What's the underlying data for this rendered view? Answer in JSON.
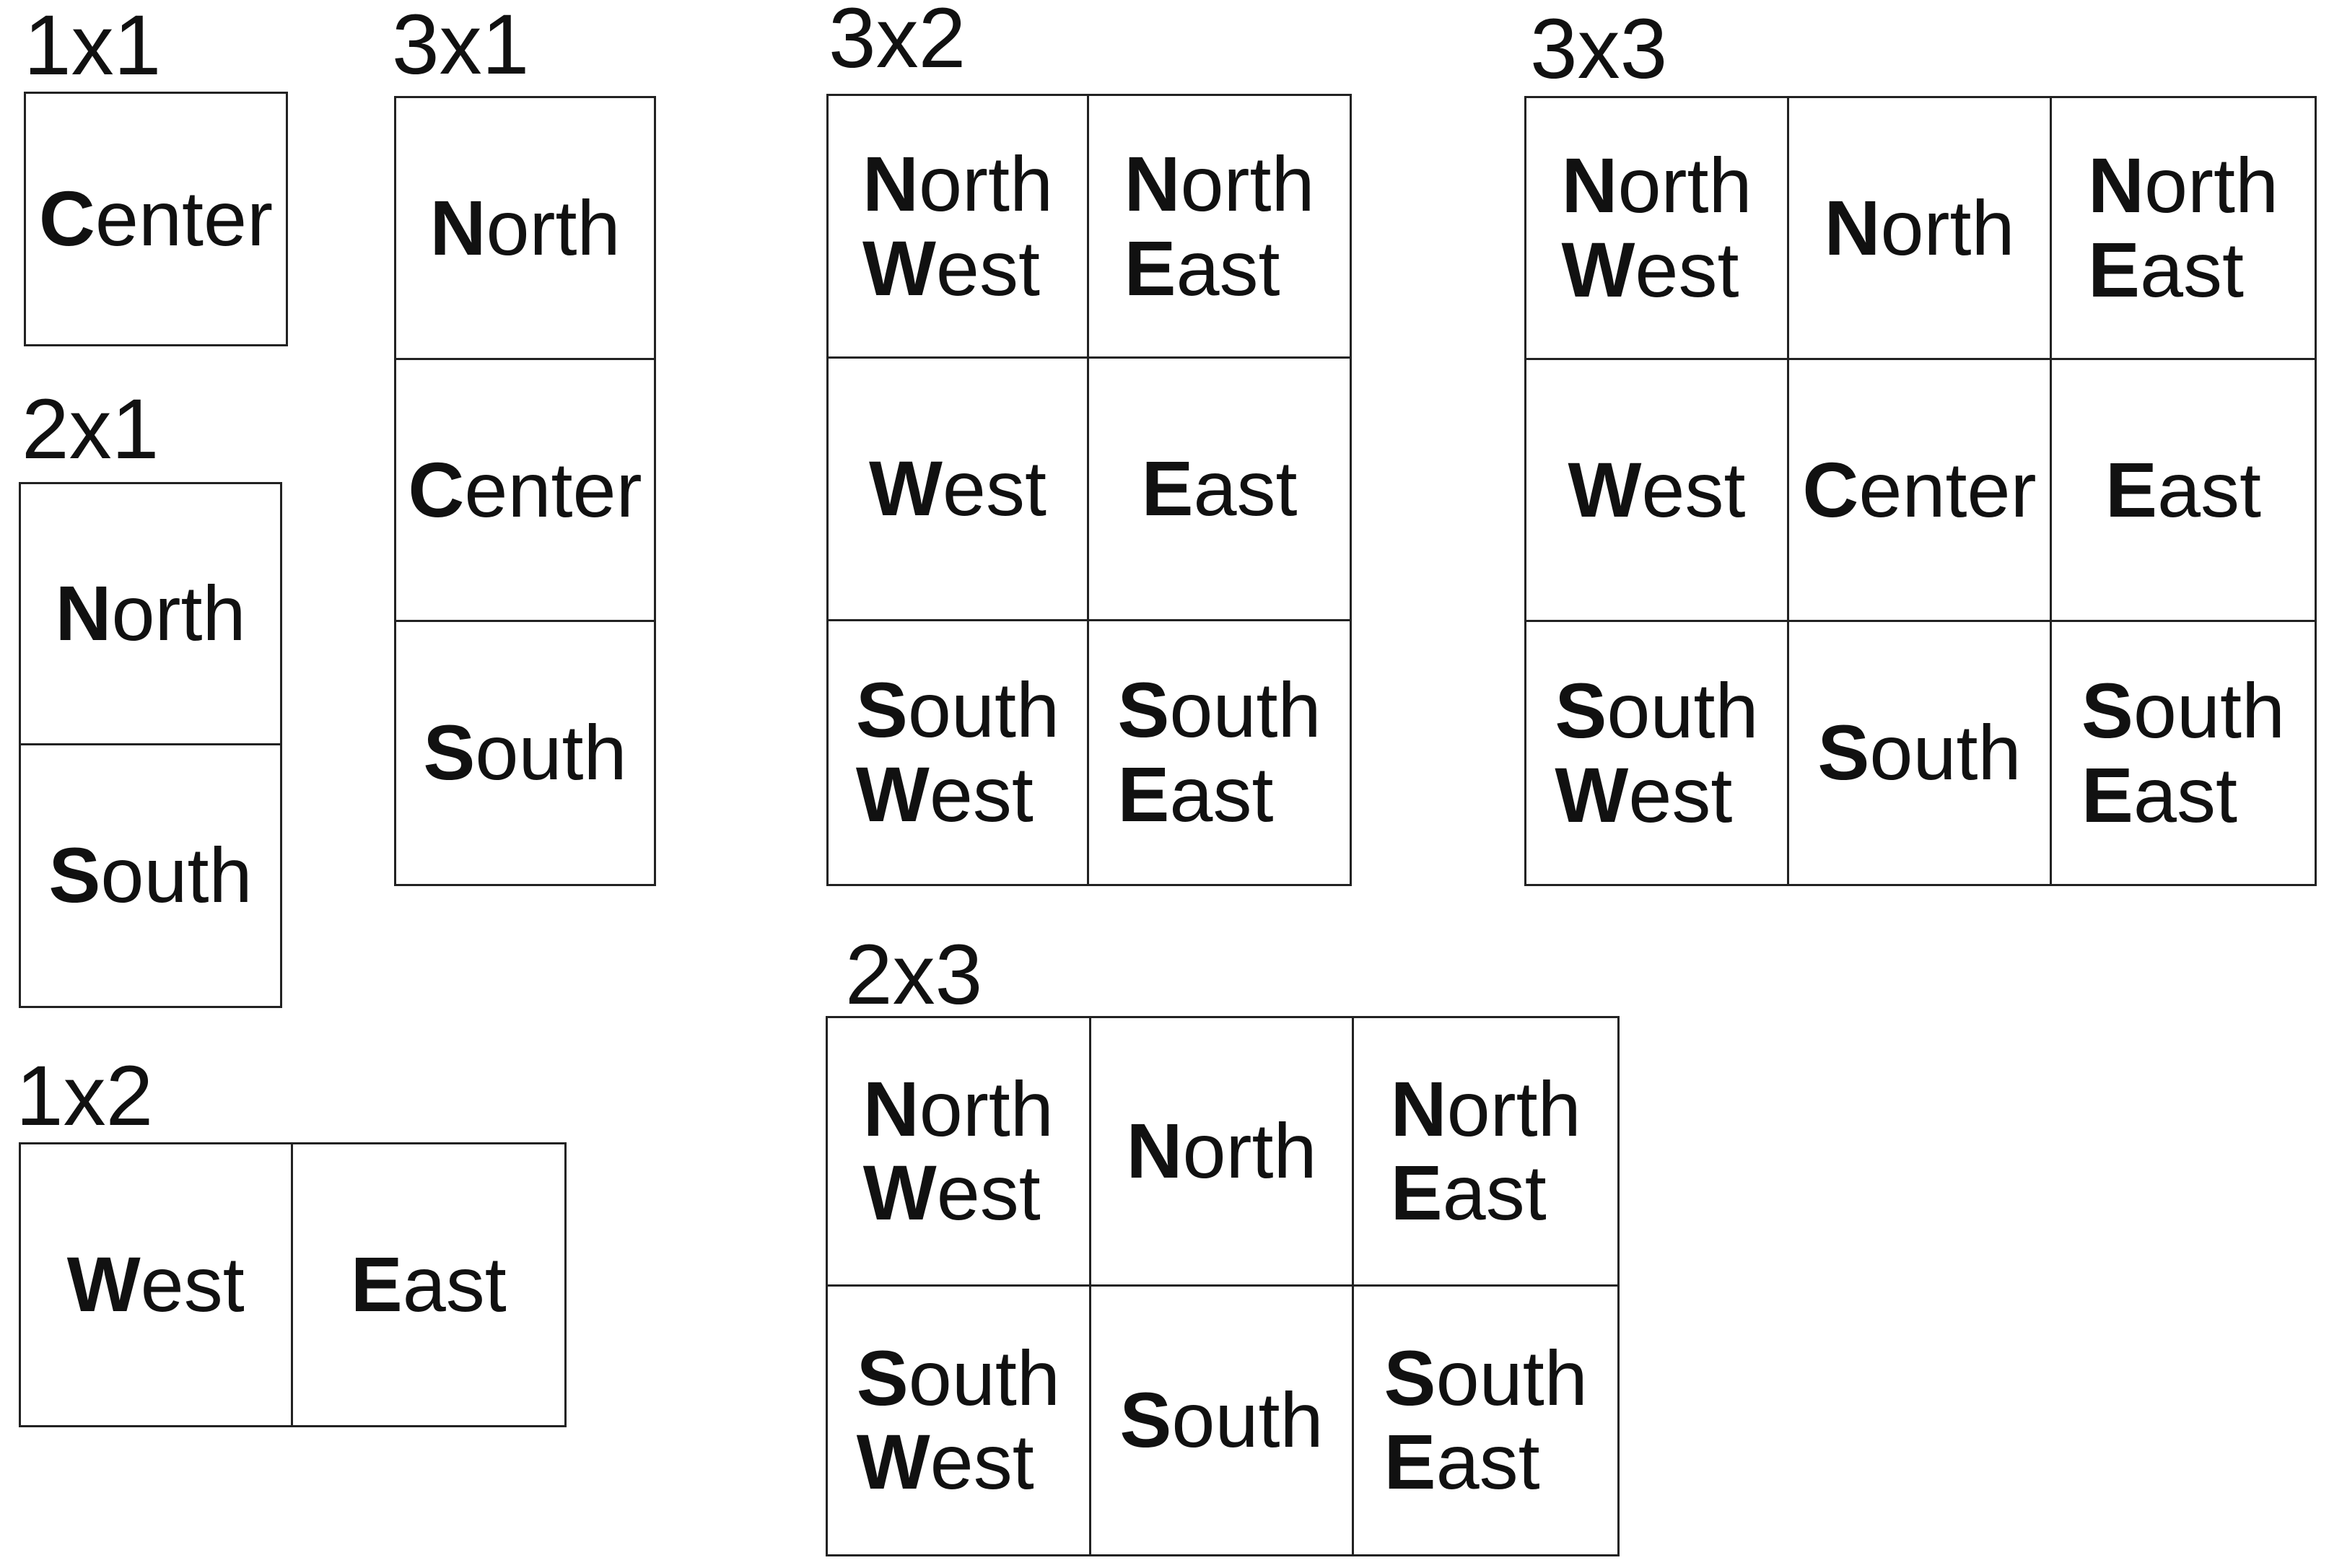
{
  "canvas": {
    "background": "#ffffff",
    "text_color": "#111111",
    "line_color": "#222222"
  },
  "grids": [
    {
      "name": "1x1",
      "label": "1x1",
      "rows": 1,
      "cols": 1,
      "cells": [
        {
          "name": "center",
          "lines": [
            {
              "bold": "C",
              "rest": "enter"
            }
          ]
        }
      ]
    },
    {
      "name": "2x1",
      "label": "2x1",
      "rows": 2,
      "cols": 1,
      "cells": [
        {
          "name": "north",
          "lines": [
            {
              "bold": "N",
              "rest": "orth"
            }
          ]
        },
        {
          "name": "south",
          "lines": [
            {
              "bold": "S",
              "rest": "outh"
            }
          ]
        }
      ]
    },
    {
      "name": "1x2",
      "label": "1x2",
      "rows": 1,
      "cols": 2,
      "cells": [
        {
          "name": "west",
          "lines": [
            {
              "bold": "W",
              "rest": "est"
            }
          ]
        },
        {
          "name": "east",
          "lines": [
            {
              "bold": "E",
              "rest": "ast"
            }
          ]
        }
      ]
    },
    {
      "name": "3x1",
      "label": "3x1",
      "rows": 3,
      "cols": 1,
      "cells": [
        {
          "name": "north",
          "lines": [
            {
              "bold": "N",
              "rest": "orth"
            }
          ]
        },
        {
          "name": "center",
          "lines": [
            {
              "bold": "C",
              "rest": "enter"
            }
          ]
        },
        {
          "name": "south",
          "lines": [
            {
              "bold": "S",
              "rest": "outh"
            }
          ]
        }
      ]
    },
    {
      "name": "3x2",
      "label": "3x2",
      "rows": 3,
      "cols": 2,
      "cells": [
        {
          "name": "north-west",
          "lines": [
            {
              "bold": "N",
              "rest": "orth"
            },
            {
              "bold": "W",
              "rest": "est"
            }
          ]
        },
        {
          "name": "north-east",
          "lines": [
            {
              "bold": "N",
              "rest": "orth"
            },
            {
              "bold": "E",
              "rest": "ast"
            }
          ]
        },
        {
          "name": "west",
          "lines": [
            {
              "bold": "W",
              "rest": "est"
            }
          ]
        },
        {
          "name": "east",
          "lines": [
            {
              "bold": "E",
              "rest": "ast"
            }
          ]
        },
        {
          "name": "south-west",
          "lines": [
            {
              "bold": "S",
              "rest": "outh"
            },
            {
              "bold": "W",
              "rest": "est"
            }
          ]
        },
        {
          "name": "south-east",
          "lines": [
            {
              "bold": "S",
              "rest": "outh"
            },
            {
              "bold": "E",
              "rest": "ast"
            }
          ]
        }
      ]
    },
    {
      "name": "3x3",
      "label": "3x3",
      "rows": 3,
      "cols": 3,
      "cells": [
        {
          "name": "north-west",
          "lines": [
            {
              "bold": "N",
              "rest": "orth"
            },
            {
              "bold": "W",
              "rest": "est"
            }
          ]
        },
        {
          "name": "north",
          "lines": [
            {
              "bold": "N",
              "rest": "orth"
            }
          ]
        },
        {
          "name": "north-east",
          "lines": [
            {
              "bold": "N",
              "rest": "orth"
            },
            {
              "bold": "E",
              "rest": "ast"
            }
          ]
        },
        {
          "name": "west",
          "lines": [
            {
              "bold": "W",
              "rest": "est"
            }
          ]
        },
        {
          "name": "center",
          "lines": [
            {
              "bold": "C",
              "rest": "enter"
            }
          ]
        },
        {
          "name": "east",
          "lines": [
            {
              "bold": "E",
              "rest": "ast"
            }
          ]
        },
        {
          "name": "south-west",
          "lines": [
            {
              "bold": "S",
              "rest": "outh"
            },
            {
              "bold": "W",
              "rest": "est"
            }
          ]
        },
        {
          "name": "south",
          "lines": [
            {
              "bold": "S",
              "rest": "outh"
            }
          ]
        },
        {
          "name": "south-east",
          "lines": [
            {
              "bold": "S",
              "rest": "outh"
            },
            {
              "bold": "E",
              "rest": "ast"
            }
          ]
        }
      ]
    },
    {
      "name": "2x3",
      "label": "2x3",
      "rows": 2,
      "cols": 3,
      "cells": [
        {
          "name": "north-west",
          "lines": [
            {
              "bold": "N",
              "rest": "orth"
            },
            {
              "bold": "W",
              "rest": "est"
            }
          ]
        },
        {
          "name": "north",
          "lines": [
            {
              "bold": "N",
              "rest": "orth"
            }
          ]
        },
        {
          "name": "north-east",
          "lines": [
            {
              "bold": "N",
              "rest": "orth"
            },
            {
              "bold": "E",
              "rest": "ast"
            }
          ]
        },
        {
          "name": "south-west",
          "lines": [
            {
              "bold": "S",
              "rest": "outh"
            },
            {
              "bold": "W",
              "rest": "est"
            }
          ]
        },
        {
          "name": "south",
          "lines": [
            {
              "bold": "S",
              "rest": "outh"
            }
          ]
        },
        {
          "name": "south-east",
          "lines": [
            {
              "bold": "S",
              "rest": "outh"
            },
            {
              "bold": "E",
              "rest": "ast"
            }
          ]
        }
      ]
    }
  ]
}
